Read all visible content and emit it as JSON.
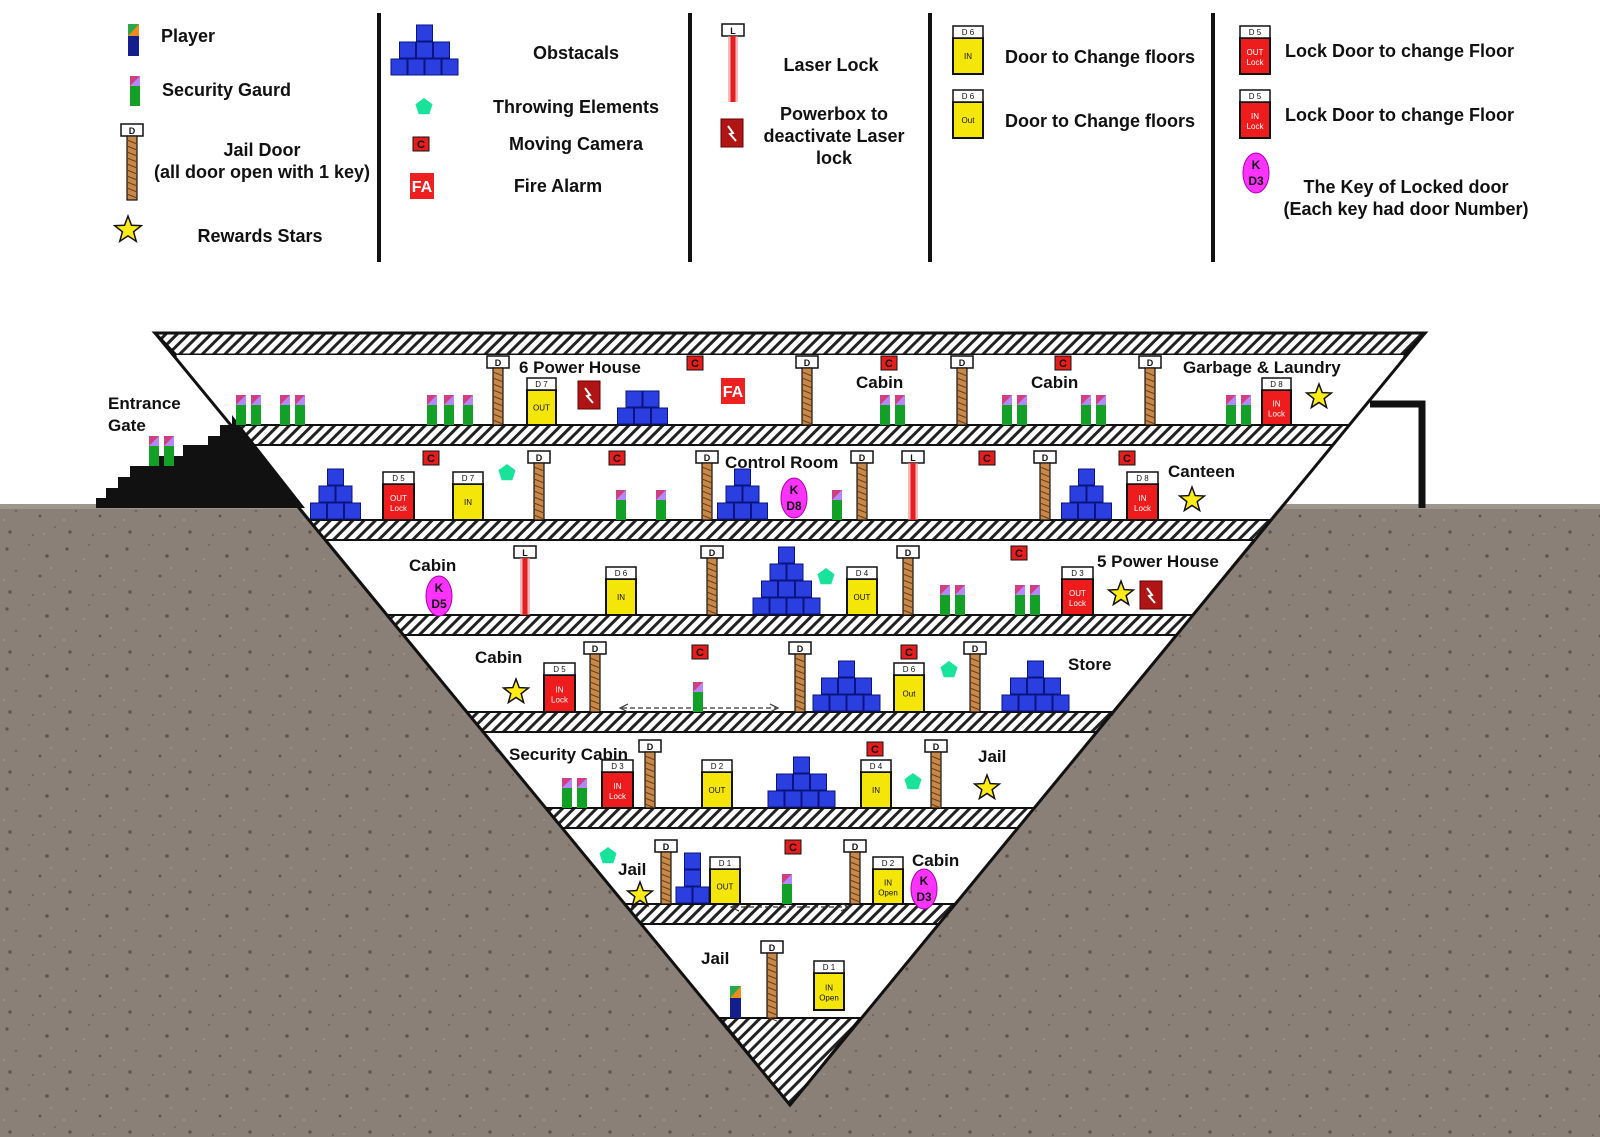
{
  "legend": {
    "col1": {
      "player": "Player",
      "guard": "Security Gaurd",
      "jail_door_line1": "Jail Door",
      "jail_door_line2": "(all door open with 1 key)",
      "stars": "Rewards Stars"
    },
    "col2": {
      "obstacles": "Obstacals",
      "throwing": "Throwing Elements",
      "camera": "Moving Camera",
      "fire_alarm": "Fire Alarm"
    },
    "col3": {
      "laser_lock": "Laser Lock",
      "powerbox_line1": "Powerbox to",
      "powerbox_line2": "deactivate Laser",
      "powerbox_line3": "lock"
    },
    "col4": {
      "door_in": "Door to Change floors",
      "door_out": "Door to Change floors"
    },
    "col5": {
      "lock_out": "Lock Door to change Floor",
      "lock_in": "Lock Door to change Floor",
      "key_line1": "The Key of Locked door",
      "key_line2": "(Each key had door Number)"
    }
  },
  "glyphs": {
    "jail_door_tag": "D",
    "laser_tag": "L",
    "camera": "C",
    "fire_alarm": "FA",
    "key_letter": "K"
  },
  "legend_doors": {
    "d6_in": {
      "num": "D 6",
      "l1": "IN",
      "l2": ""
    },
    "d6_out": {
      "num": "D 6",
      "l1": "Out",
      "l2": ""
    },
    "d5_out_lock": {
      "num": "D 5",
      "l1": "OUT",
      "l2": "Lock"
    },
    "d5_in_lock": {
      "num": "D 5",
      "l1": "IN",
      "l2": "Lock"
    }
  },
  "level_doors": {
    "f1_d7": {
      "num": "D 7",
      "l1": "OUT",
      "l2": ""
    },
    "f1_d8": {
      "num": "D 8",
      "l1": "IN",
      "l2": "Lock"
    },
    "f2_d5": {
      "num": "D 5",
      "l1": "OUT",
      "l2": "Lock"
    },
    "f2_d7": {
      "num": "D 7",
      "l1": "IN",
      "l2": ""
    },
    "f2_d8": {
      "num": "D 8",
      "l1": "IN",
      "l2": "Lock"
    },
    "f3_d6": {
      "num": "D 6",
      "l1": "IN",
      "l2": ""
    },
    "f3_d4": {
      "num": "D 4",
      "l1": "OUT",
      "l2": ""
    },
    "f3_d3": {
      "num": "D 3",
      "l1": "OUT",
      "l2": "Lock"
    },
    "f4_d5": {
      "num": "D 5",
      "l1": "IN",
      "l2": "Lock"
    },
    "f4_d6": {
      "num": "D 6",
      "l1": "Out",
      "l2": ""
    },
    "f5_d3": {
      "num": "D 3",
      "l1": "IN",
      "l2": "Lock"
    },
    "f5_d2": {
      "num": "D 2",
      "l1": "OUT",
      "l2": ""
    },
    "f5_d4": {
      "num": "D 4",
      "l1": "IN",
      "l2": ""
    },
    "f6_d1": {
      "num": "D 1",
      "l1": "OUT",
      "l2": ""
    },
    "f6_d2": {
      "num": "D 2",
      "l1": "IN",
      "l2": "Open"
    },
    "f7_d1": {
      "num": "D 1",
      "l1": "IN",
      "l2": "Open"
    }
  },
  "keys": {
    "legend": "D3",
    "control_room": "D8",
    "cabin_f3": "D5",
    "cabin_f6": "D3"
  },
  "level": {
    "entrance_line1": "Entrance",
    "entrance_line2": "Gate",
    "f1_power_house": "6 Power House",
    "f1_cabin_a": "Cabin",
    "f1_cabin_b": "Cabin",
    "f1_garbage": "Garbage & Laundry",
    "f2_control_room": "Control Room",
    "f2_canteen": "Canteen",
    "f3_cabin": "Cabin",
    "f3_power_house": "5 Power House",
    "f4_cabin": "Cabin",
    "f4_store": "Store",
    "f5_security_cabin": "Security Cabin",
    "f5_jail": "Jail",
    "f6_jail": "Jail",
    "f6_cabin": "Cabin",
    "f7_jail": "Jail"
  },
  "colors": {
    "ground": "#8a8077",
    "door_yellow": "#f5e60a",
    "door_red": "#ee1c1c",
    "obstacle_blue": "#2b3fe0",
    "throw_green": "#19e39a",
    "key_magenta": "#ff33ff",
    "star_yellow": "#ffeb17",
    "laser_red": "#e32020",
    "jail_door_brown": "#c8884a",
    "guard_green": "#12a027",
    "player_navy": "#141e8c"
  }
}
